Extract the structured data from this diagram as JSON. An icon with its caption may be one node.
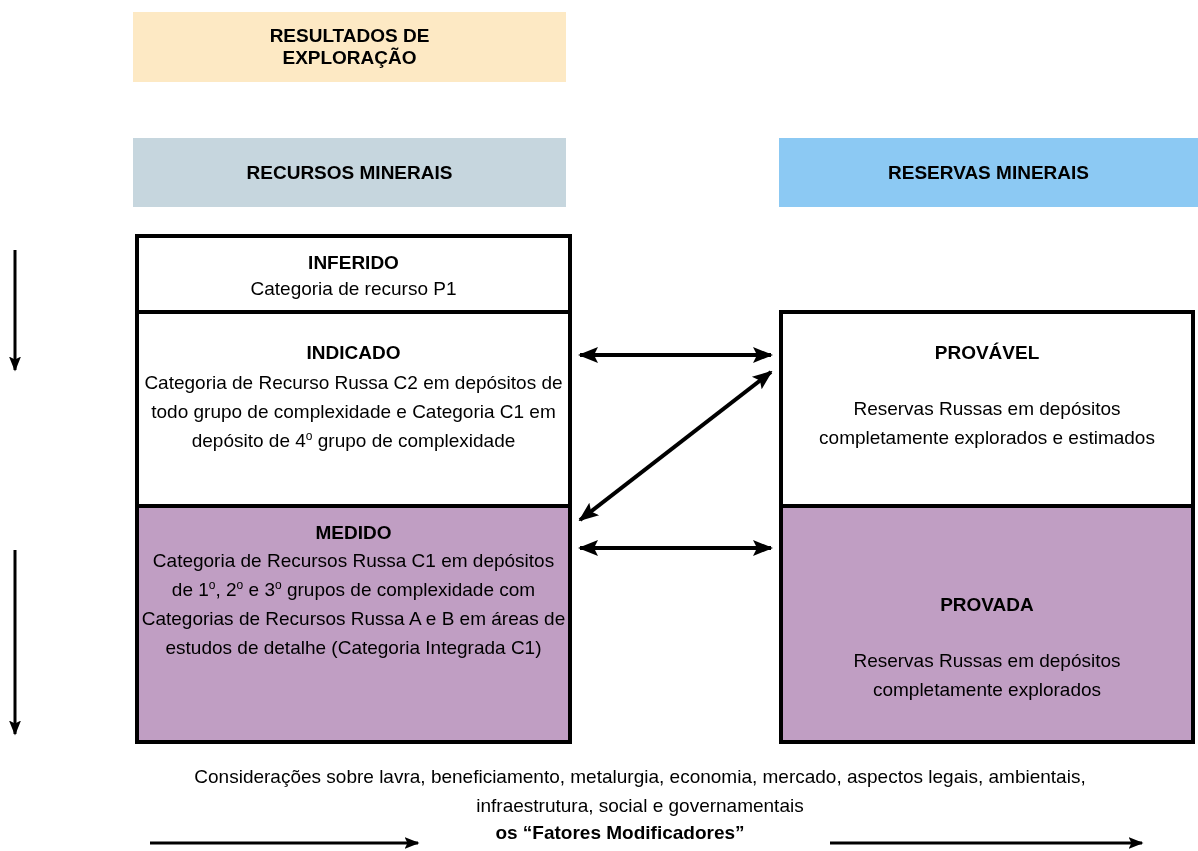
{
  "diagram": {
    "nodes": [
      {
        "text": [
          "RESULTADOS DE EXPLORAÇÃO"
        ]
      },
      {
        "text": [
          "RECURSOS MINERAIS"
        ]
      },
      {
        "text": [
          "RESERVAS MINERAIS"
        ]
      },
      {
        "text": [
          "INFERIDO",
          "Categoria de recurso P1"
        ]
      },
      {
        "text": [
          "INDICADO",
          "Categoria de Recurso Russa C2 em depósitos de todo grupo de complexidade e Categoria C1 em depósito de 4$^{o}$ grupo de complexidade"
        ]
      },
      {
        "text": [
          "MEDIDO",
          "Categoria de Recursos Russa C1 em depósitos de 1$^{o}$, 2$^{o}$ e 3$^{o}$ grupos de complexidade com Categorias de Recursos Russa A e B em áreas de estudos de detalhe (Categoria Integrada C1)"
        ]
      },
      {
        "text": [
          "PROVÁVEL",
          "Reservas Russas em depósitos completamente explorados e estimados"
        ]
      },
      {
        "text": [
          "PROVADA",
          "Reservas Russas em depósitos completamente explorados"
        ]
      }
    ],
    "edges": [
      {
        "from": 4,
        "to": 6,
        "arrow": "both"
      },
      {
        "from": 5,
        "to": 6,
        "arrow": "both"
      },
      {
        "from": 5,
        "to": 7,
        "arrow": "both"
      }
    ],
    "labels": [
      "Considerações sobre lavra, beneficiamento, metalurgia, economia, mercado, aspectos legais, ambientais, infraestrutura, social e governamentais",
      "os “Fatores Modificadores”"
    ]
  }
}
